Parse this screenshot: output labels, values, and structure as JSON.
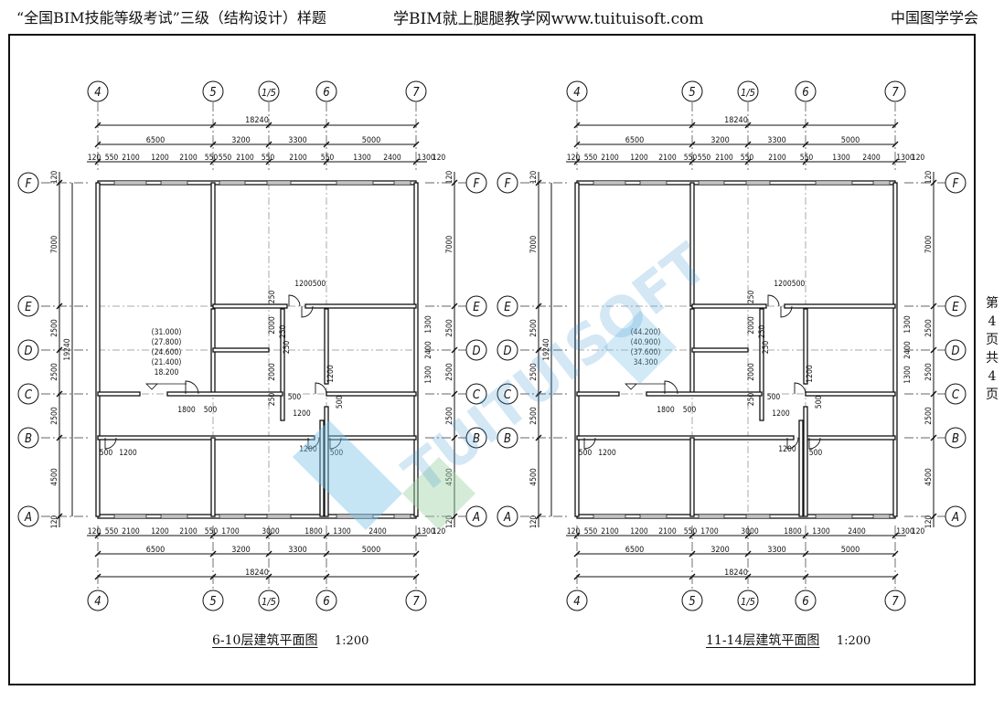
{
  "header": {
    "left": "“全国BIM技能等级考试”三级（结构设计）样题",
    "center": "学BIM就上腿腿教学网www.tuituisoft.com",
    "right": "中国图学学会"
  },
  "side_note": [
    "第",
    "4",
    "页",
    "",
    "共",
    "4",
    "页"
  ],
  "watermark": "TUITUISOFT",
  "plans": [
    {
      "id": "left",
      "title": "6-10层建筑平面图",
      "scale": "1:200",
      "axes_x": [
        "4",
        "5",
        "1/5",
        "6",
        "7"
      ],
      "axes_y": [
        "F",
        "E",
        "D",
        "C",
        "B",
        "A"
      ],
      "total": "18240",
      "top_bays": [
        "6500",
        "3200",
        "3300",
        "5000"
      ],
      "top_detail": [
        "120",
        "550",
        "2100",
        "1200",
        "2100",
        "550",
        "550",
        "2100",
        "550",
        "2100",
        "550",
        "1300",
        "2400",
        "1300",
        "120"
      ],
      "bottom_bays": [
        "6500",
        "3200",
        "3300",
        "5000"
      ],
      "bottom_detail": [
        "120",
        "550",
        "2100",
        "1200",
        "2100",
        "550",
        "1700",
        "3000",
        "1800",
        "1300",
        "2400",
        "1300",
        "120"
      ],
      "left_vert": [
        "120",
        "7000",
        "2500",
        "2500",
        "2500",
        "4500",
        "120"
      ],
      "left_total": "19240",
      "right_vert": [
        "120",
        "7000",
        "2500",
        "2500",
        "2500",
        "4500",
        "120"
      ],
      "right_misc": [
        "1300",
        "2400",
        "1300"
      ],
      "elevations": [
        "(31.000)",
        "(27.800)",
        "(24.600)",
        "(21.400)",
        "18.200"
      ],
      "inner_labels": [
        "1200",
        "500",
        "250",
        "2000",
        "250",
        "250",
        "2000",
        "250",
        "1200",
        "500",
        "1200",
        "500",
        "1800",
        "500",
        "500",
        "1200",
        "1200",
        "500"
      ]
    },
    {
      "id": "right",
      "title": "11-14层建筑平面图",
      "scale": "1:200",
      "axes_x": [
        "4",
        "5",
        "1/5",
        "6",
        "7"
      ],
      "axes_y": [
        "F",
        "E",
        "D",
        "C",
        "B",
        "A"
      ],
      "total": "18240",
      "top_bays": [
        "6500",
        "3200",
        "3300",
        "5000"
      ],
      "top_detail": [
        "120",
        "550",
        "2100",
        "1200",
        "2100",
        "550",
        "550",
        "2100",
        "550",
        "2100",
        "550",
        "1300",
        "2400",
        "1300",
        "120"
      ],
      "bottom_bays": [
        "6500",
        "3200",
        "3300",
        "5000"
      ],
      "bottom_detail": [
        "120",
        "550",
        "2100",
        "1200",
        "2100",
        "550",
        "1700",
        "3000",
        "1800",
        "1300",
        "2400",
        "1300",
        "120"
      ],
      "left_vert": [
        "120",
        "7000",
        "2500",
        "2500",
        "2500",
        "4500",
        "120"
      ],
      "left_total": "19240",
      "right_vert": [
        "120",
        "7000",
        "2500",
        "2500",
        "2500",
        "4500",
        "120"
      ],
      "right_misc": [
        "1300",
        "2400",
        "1300"
      ],
      "elevations": [
        "(44.200)",
        "(40.900)",
        "(37.600)",
        "34.300"
      ],
      "inner_labels": [
        "1200",
        "500",
        "250",
        "2000",
        "250",
        "250",
        "2000",
        "250",
        "1200",
        "500",
        "1200",
        "500",
        "1800",
        "500",
        "500",
        "1200",
        "1200",
        "500"
      ]
    }
  ]
}
